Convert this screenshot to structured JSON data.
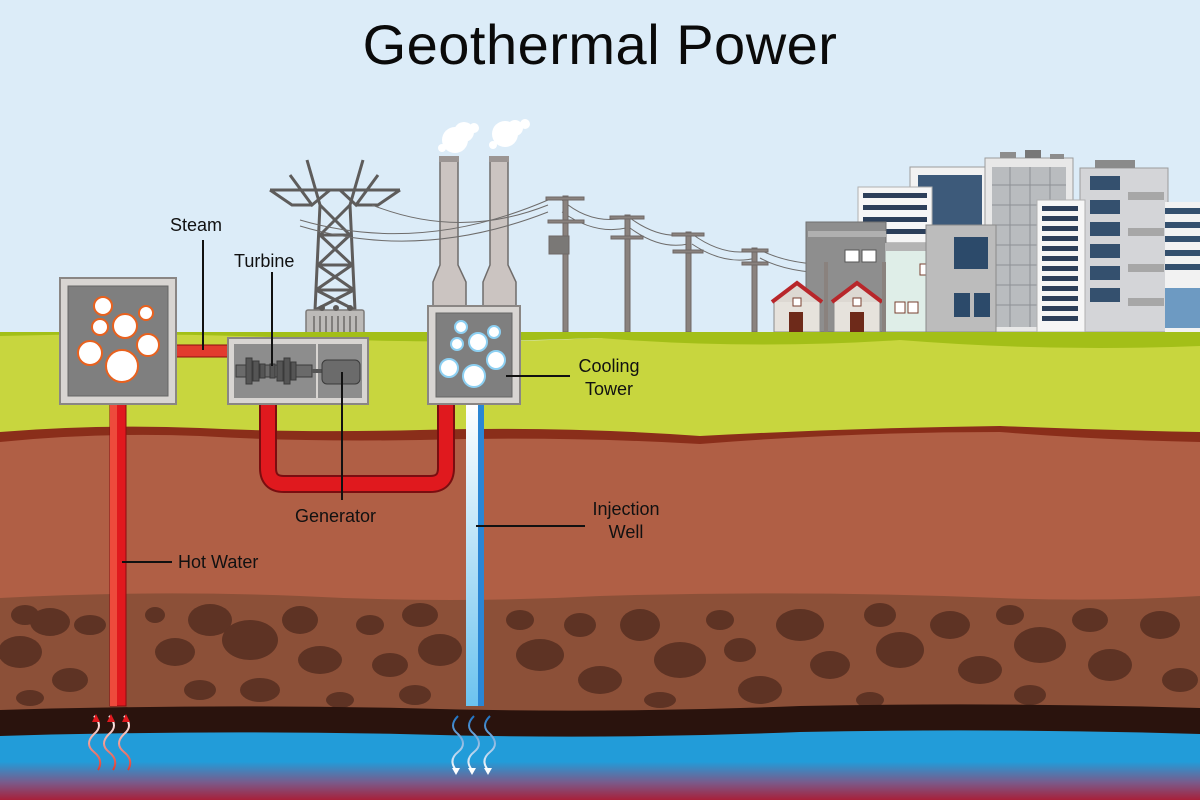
{
  "title": "Geothermal Power",
  "labels": {
    "steam": "Steam",
    "turbine": "Turbine",
    "generator": "Generator",
    "hot_water": "Hot Water",
    "cooling_tower_line1": "Cooling",
    "cooling_tower_line2": "Tower",
    "injection_well_line1": "Injection",
    "injection_well_line2": "Well"
  },
  "colors": {
    "sky": "#dcecf8",
    "grass_far": "#a3bf18",
    "grass": "#c8d63e",
    "soil_top_edge": "#8a2e1a",
    "soil": "#b05f45",
    "rock_layer": "#8c5038",
    "rock": "#5e3324",
    "dark_layer": "#2a130d",
    "water": "#229cd9",
    "magma": "#a8203a",
    "hot_pipe": "#e0191e",
    "cold_pipe": "#2a86d4",
    "machine_box": "#d8d5d2",
    "machine_inner": "#7f7f7f"
  }
}
